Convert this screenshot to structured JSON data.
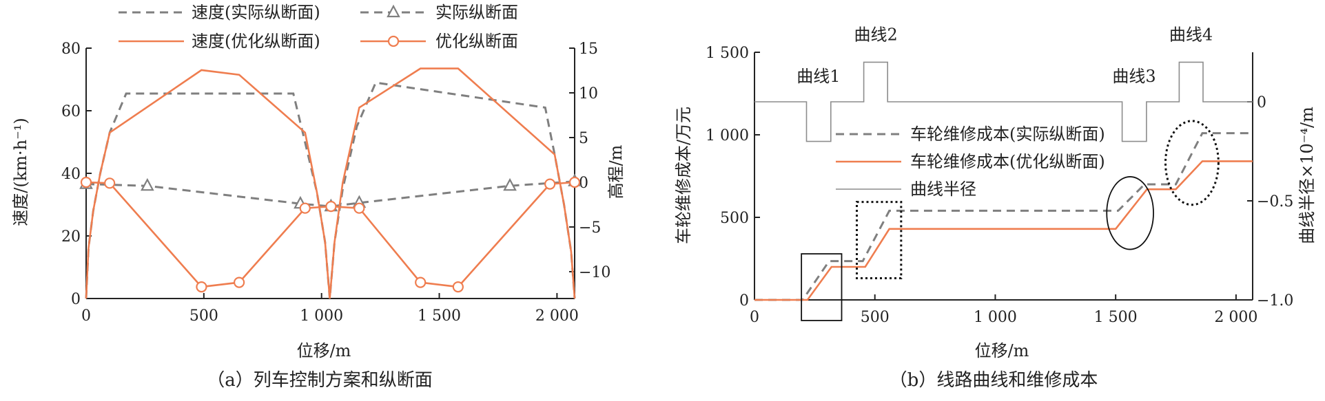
{
  "colors": {
    "actual": "#7f7f7f",
    "optimized": "#ef7d4f",
    "radius": "#8c8c8c",
    "axis": "#222222"
  },
  "chart_data": [
    {
      "type": "line",
      "caption": "（a）列车控制方案和纵断面",
      "xlabel": "位移/m",
      "ylabel": "速度/(km·h⁻¹)",
      "y2label": "高程/m",
      "xlim": [
        0,
        2075
      ],
      "ylim": [
        0,
        80
      ],
      "y2lim": [
        -13,
        15
      ],
      "xticks": [
        0,
        500,
        1000,
        1500,
        2000
      ],
      "xtick_labels": [
        "0",
        "500",
        "1 000",
        "1 500",
        "2 000"
      ],
      "yticks": [
        0,
        20,
        40,
        60,
        80
      ],
      "ytick_labels": [
        "0",
        "20",
        "40",
        "60",
        "80"
      ],
      "y2ticks": [
        -10,
        -5,
        0,
        5,
        10,
        15
      ],
      "y2tick_labels": [
        "−10",
        "−5",
        "0",
        "5",
        "10",
        "15"
      ],
      "legend_position": "top",
      "series": [
        {
          "name": "速度(实际纵断面)",
          "axis": "left",
          "style": "dashed",
          "color": "actual",
          "x": [
            0,
            10,
            30,
            60,
            100,
            170,
            880,
            920,
            980,
            1015,
            1035,
            1055,
            1090,
            1150,
            1230,
            1950,
            1990,
            2030,
            2060,
            2075
          ],
          "y": [
            0,
            16,
            28,
            40,
            53,
            65.5,
            65.5,
            53,
            34,
            18,
            0,
            18,
            35,
            55,
            69,
            61,
            46,
            30,
            15,
            0
          ]
        },
        {
          "name": "实际纵断面",
          "axis": "right",
          "style": "dashed",
          "marker": "triangle",
          "color": "actual",
          "x": [
            0,
            260,
            910,
            1040,
            1160,
            1800,
            2075
          ],
          "y": [
            -0.2,
            -0.4,
            -2.4,
            -2.7,
            -2.3,
            -0.4,
            0.1
          ]
        },
        {
          "name": "速度(优化纵断面)",
          "axis": "left",
          "style": "solid",
          "color": "optimized",
          "x": [
            0,
            10,
            30,
            60,
            100,
            490,
            650,
            930,
            980,
            1015,
            1035,
            1055,
            1090,
            1160,
            1420,
            1580,
            1990,
            2030,
            2060,
            2075
          ],
          "y": [
            0,
            16,
            28,
            40,
            53,
            73,
            71.5,
            53,
            34,
            18,
            0,
            18,
            37,
            61,
            73.5,
            73.5,
            46,
            30,
            15,
            0
          ]
        },
        {
          "name": "优化纵断面",
          "axis": "right",
          "style": "solid",
          "marker": "circle",
          "color": "optimized",
          "x": [
            0,
            100,
            490,
            650,
            930,
            1040,
            1160,
            1420,
            1580,
            1970,
            2075
          ],
          "y": [
            0,
            -0.1,
            -11.7,
            -11.2,
            -2.9,
            -2.7,
            -2.9,
            -11.2,
            -11.7,
            -0.2,
            0
          ]
        }
      ]
    },
    {
      "type": "line",
      "caption": "（b）线路曲线和维修成本",
      "xlabel": "位移/m",
      "ylabel": "车轮维修成本/万元",
      "y2label": "曲线半径×10⁻⁴/m",
      "xlim": [
        0,
        2069
      ],
      "ylim": [
        0,
        1500
      ],
      "y2lim": [
        -1.0,
        0.25
      ],
      "xticks": [
        0,
        500,
        1000,
        1500,
        2000
      ],
      "xtick_labels": [
        "0",
        "500",
        "1 000",
        "1 500",
        "2 000"
      ],
      "yticks": [
        0,
        500,
        1000,
        1500
      ],
      "ytick_labels": [
        "0",
        "500",
        "1 000",
        "1 500"
      ],
      "y2ticks": [
        -1.0,
        -0.5,
        0
      ],
      "y2tick_labels": [
        "−1.0",
        "−0.5",
        "0"
      ],
      "legend_position": "center",
      "series": [
        {
          "name": "车轮维修成本(实际纵断面)",
          "axis": "left",
          "style": "dashed",
          "color": "actual",
          "x": [
            0,
            200,
            310,
            450,
            560,
            1510,
            1620,
            1750,
            1860,
            2069
          ],
          "y": [
            0,
            0,
            235,
            235,
            540,
            540,
            700,
            700,
            1010,
            1010
          ]
        },
        {
          "name": "车轮维修成本(优化纵断面)",
          "axis": "left",
          "style": "solid",
          "color": "optimized",
          "x": [
            0,
            220,
            320,
            460,
            560,
            1500,
            1630,
            1750,
            1860,
            2069
          ],
          "y": [
            0,
            0,
            200,
            200,
            430,
            430,
            670,
            670,
            840,
            840
          ]
        },
        {
          "name": "曲线半径",
          "axis": "right",
          "style": "thin",
          "color": "radius",
          "x": [
            0,
            216,
            216,
            317,
            317,
            454,
            454,
            553,
            553,
            1527,
            1527,
            1628,
            1628,
            1764,
            1764,
            1863,
            1863,
            2069
          ],
          "y": [
            0,
            0,
            -0.2,
            -0.2,
            0,
            0,
            0.2,
            0.2,
            0,
            0,
            -0.2,
            -0.2,
            0,
            0,
            0.2,
            0.2,
            0,
            0
          ]
        }
      ],
      "annotations": [
        {
          "label": "曲线1",
          "x": 266,
          "y2": 0.1
        },
        {
          "label": "曲线2",
          "x": 504,
          "y2": 0.31
        },
        {
          "label": "曲线3",
          "x": 1577,
          "y2": 0.1
        },
        {
          "label": "曲线4",
          "x": 1813,
          "y2": 0.31
        }
      ],
      "highlights": [
        {
          "shape": "rect",
          "style": "solid",
          "x": [
            195,
            362
          ],
          "y": [
            -125,
            279
          ]
        },
        {
          "shape": "rect",
          "style": "dotted",
          "x": [
            425,
            609
          ],
          "y": [
            131,
            593
          ]
        },
        {
          "shape": "ellipse",
          "style": "solid",
          "cx": 1560,
          "cy": 526,
          "rx": 97,
          "ry": 220
        },
        {
          "shape": "ellipse",
          "style": "dotted",
          "cx": 1817,
          "cy": 830,
          "rx": 110,
          "ry": 254
        }
      ]
    }
  ]
}
